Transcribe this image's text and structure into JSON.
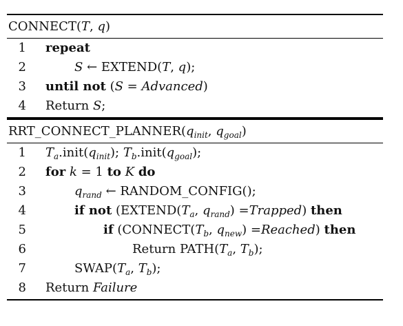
{
  "connect": {
    "title": {
      "name": "CONNECT",
      "open": "(",
      "arg1": "T",
      "sep": ", ",
      "arg2": "q",
      "close": ")"
    },
    "lines": [
      {
        "no": "1",
        "kw": "repeat"
      },
      {
        "no": "2",
        "s": "S",
        "arrow": " ← EXTEND(",
        "tree": "T",
        "sep": ", ",
        "q": "q",
        "end": ");"
      },
      {
        "no": "3",
        "kw": "until not",
        "open": " (",
        "s": "S",
        "eq": " = ",
        "val": "Advanced",
        "close": ")"
      },
      {
        "no": "4",
        "text": "Return ",
        "s": "S",
        "end": ";"
      }
    ]
  },
  "planner": {
    "title": {
      "name": "RRT_CONNECT_PLANNER(",
      "q1": "q",
      "q1sub": "init",
      "sep": ", ",
      "q2": "q",
      "q2sub": "goal",
      "close": ")"
    },
    "lines": [
      {
        "no": "1",
        "ta": "T",
        "tasub": "a",
        "init1": ".init(",
        "q1": "q",
        "q1sub": "init",
        "mid": "); ",
        "tb": "T",
        "tbsub": "b",
        "init2": ".init(",
        "q2": "q",
        "q2sub": "goal",
        "end": ");"
      },
      {
        "no": "2",
        "kw1": "for",
        "k": "k",
        "eq": " = 1 ",
        "kw2": "to",
        "K": "K",
        "kw3": "do"
      },
      {
        "no": "3",
        "q": "q",
        "qsub": "rand",
        "text": " ← RANDOM_CONFIG();"
      },
      {
        "no": "4",
        "kw1": "if not",
        "open": " (EXTEND(",
        "ta": "T",
        "tasub": "a",
        "sep": ", ",
        "q": "q",
        "qsub": "rand",
        "eq": ") =",
        "val": "Trapped",
        "close": ")",
        "kw2": "then"
      },
      {
        "no": "5",
        "kw1": "if",
        "open": " (CONNECT(",
        "tb": "T",
        "tbsub": "b",
        "sep": ", ",
        "q": "q",
        "qsub": "new",
        "eq": ") =",
        "val": "Reached",
        "close": ")",
        "kw2": "then"
      },
      {
        "no": "6",
        "text": "Return PATH(",
        "ta": "T",
        "tasub": "a",
        "sep": ", ",
        "tb": "T",
        "tbsub": "b",
        "end": ");"
      },
      {
        "no": "7",
        "text": "SWAP(",
        "ta": "T",
        "tasub": "a",
        "sep": ", ",
        "tb": "T",
        "tbsub": "b",
        "end": ");"
      },
      {
        "no": "8",
        "text": "Return ",
        "val": "Failure"
      }
    ]
  }
}
